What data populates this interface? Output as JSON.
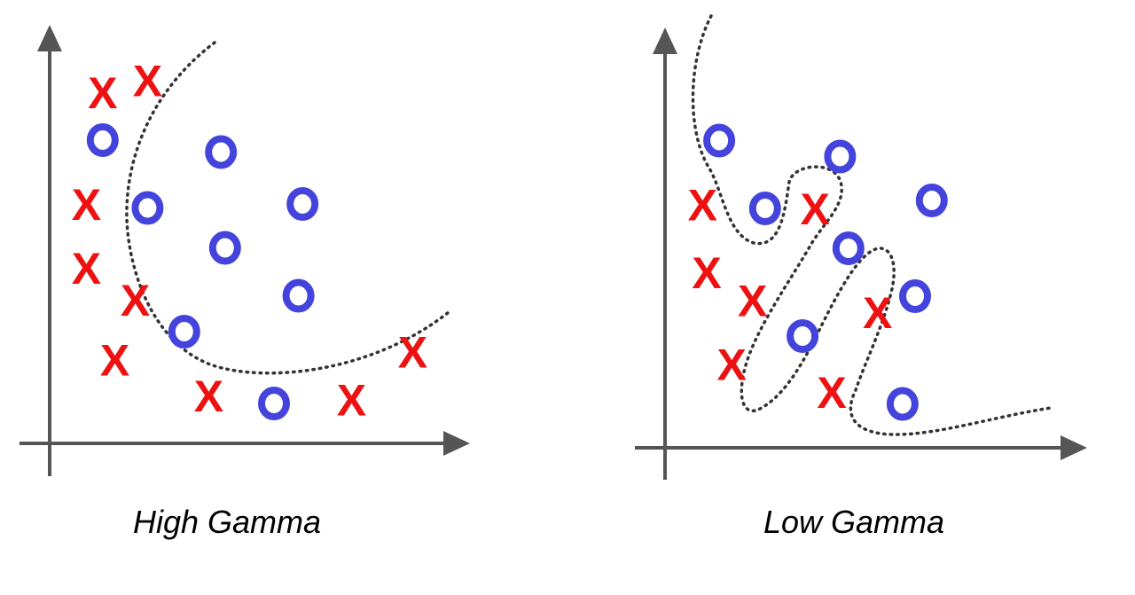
{
  "colors": {
    "class_x": "#ee1111",
    "class_o": "#4444dd",
    "axis": "#555555",
    "boundary": "#333333"
  },
  "panels": [
    {
      "caption": "High Gamma",
      "marker_x_label": "X",
      "points": [
        {
          "cls": "x",
          "x": 0.13,
          "y": 0.88
        },
        {
          "cls": "x",
          "x": 0.24,
          "y": 0.91
        },
        {
          "cls": "o",
          "x": 0.13,
          "y": 0.76
        },
        {
          "cls": "o",
          "x": 0.42,
          "y": 0.73
        },
        {
          "cls": "o",
          "x": 0.62,
          "y": 0.6
        },
        {
          "cls": "x",
          "x": 0.09,
          "y": 0.6
        },
        {
          "cls": "o",
          "x": 0.24,
          "y": 0.59
        },
        {
          "cls": "o",
          "x": 0.43,
          "y": 0.49
        },
        {
          "cls": "x",
          "x": 0.09,
          "y": 0.44
        },
        {
          "cls": "x",
          "x": 0.21,
          "y": 0.36
        },
        {
          "cls": "o",
          "x": 0.61,
          "y": 0.37
        },
        {
          "cls": "o",
          "x": 0.33,
          "y": 0.28
        },
        {
          "cls": "x",
          "x": 0.16,
          "y": 0.21
        },
        {
          "cls": "x",
          "x": 0.39,
          "y": 0.12
        },
        {
          "cls": "o",
          "x": 0.55,
          "y": 0.1
        },
        {
          "cls": "x",
          "x": 0.74,
          "y": 0.11
        },
        {
          "cls": "x",
          "x": 0.89,
          "y": 0.23
        }
      ]
    },
    {
      "caption": "Low Gamma",
      "marker_x_label": "X",
      "points": [
        {
          "cls": "o",
          "x": 0.13,
          "y": 0.77
        },
        {
          "cls": "o",
          "x": 0.42,
          "y": 0.73
        },
        {
          "cls": "x",
          "x": 0.09,
          "y": 0.61
        },
        {
          "cls": "o",
          "x": 0.24,
          "y": 0.6
        },
        {
          "cls": "x",
          "x": 0.36,
          "y": 0.6
        },
        {
          "cls": "o",
          "x": 0.64,
          "y": 0.62
        },
        {
          "cls": "o",
          "x": 0.44,
          "y": 0.5
        },
        {
          "cls": "x",
          "x": 0.1,
          "y": 0.44
        },
        {
          "cls": "x",
          "x": 0.21,
          "y": 0.37
        },
        {
          "cls": "o",
          "x": 0.6,
          "y": 0.38
        },
        {
          "cls": "x",
          "x": 0.51,
          "y": 0.34
        },
        {
          "cls": "o",
          "x": 0.33,
          "y": 0.28
        },
        {
          "cls": "x",
          "x": 0.16,
          "y": 0.21
        },
        {
          "cls": "x",
          "x": 0.4,
          "y": 0.14
        },
        {
          "cls": "o",
          "x": 0.57,
          "y": 0.11
        }
      ]
    }
  ]
}
